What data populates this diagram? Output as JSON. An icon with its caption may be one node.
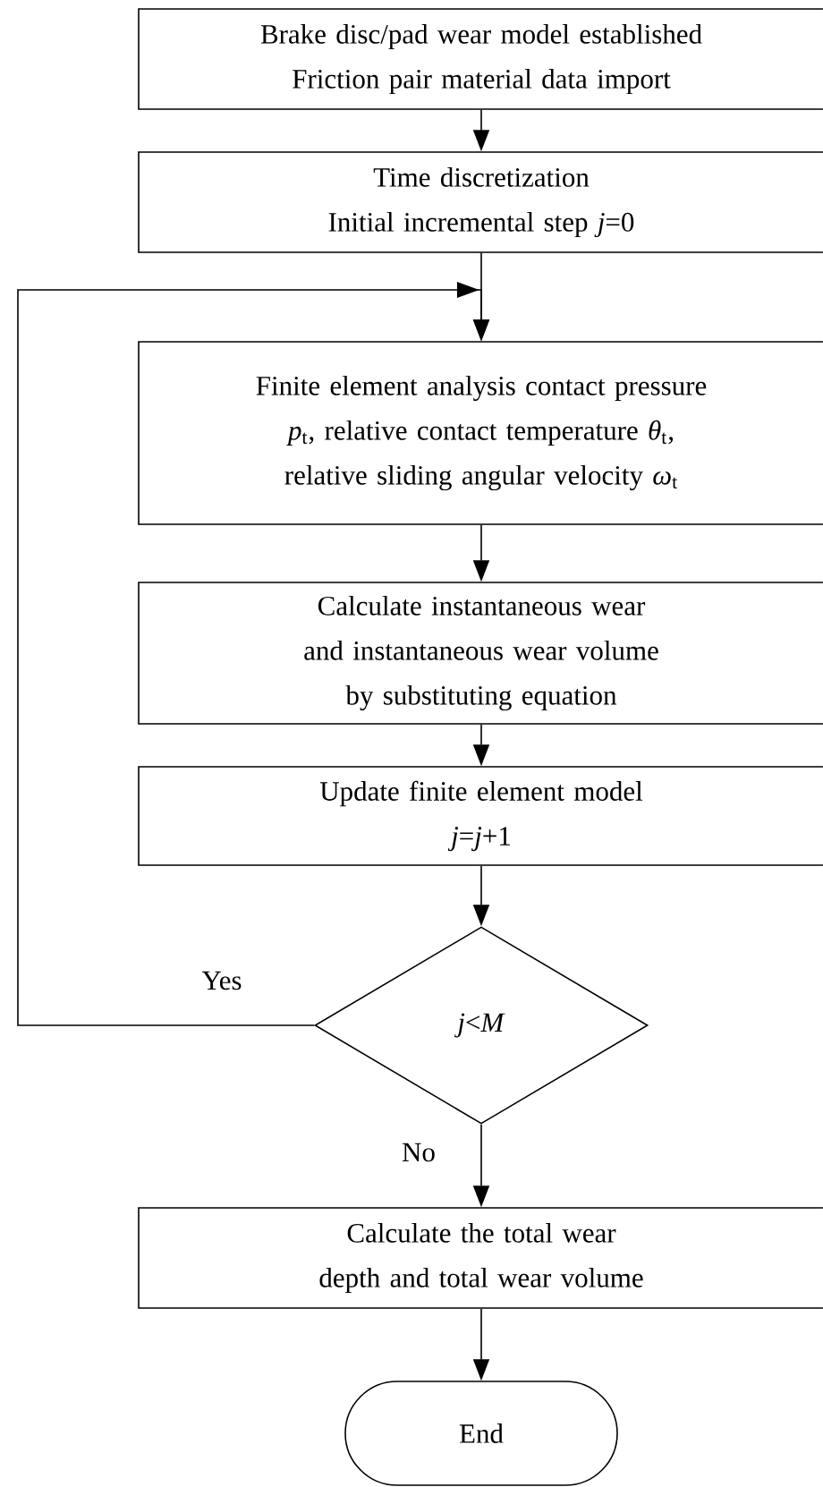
{
  "diagram": {
    "nodes": [
      {
        "text": [
          "Brake disc/pad wear model established",
          "Friction pair material data import"
        ]
      },
      {
        "text": [
          "Time discretization",
          "Initial incremental step *j*=0"
        ]
      },
      {
        "text": [
          "Finite element analysis contact pressure *p*$_{t}$, relative contact temperature *θ*$_{t}$, relative sliding angular velocity *ω*$_{t}$"
        ]
      },
      {
        "text": [
          "Calculate instantaneous wear and instantaneous wear volume by substituting equation"
        ]
      },
      {
        "text": [
          "Update finite element model",
          "*j*=*j*+1"
        ]
      },
      {
        "text": [
          "*j*<*M*"
        ]
      },
      {
        "text": [
          "Calculate the total wear depth and total wear volume"
        ]
      },
      {
        "text": [
          "End"
        ]
      }
    ],
    "edges": [
      {
        "from": 0,
        "to": 1,
        "arrow": "to"
      },
      {
        "from": 1,
        "to": 2,
        "arrow": "to"
      },
      {
        "from": 2,
        "to": 3,
        "arrow": "to"
      },
      {
        "from": 3,
        "to": 4,
        "arrow": "to"
      },
      {
        "from": 4,
        "to": 5,
        "arrow": "to"
      },
      {
        "from": 5,
        "to": 2,
        "arrow": "to",
        "label": "Yes"
      },
      {
        "from": 5,
        "to": 6,
        "arrow": "to",
        "label": "No"
      },
      {
        "from": 6,
        "to": 7,
        "arrow": "to"
      }
    ]
  }
}
